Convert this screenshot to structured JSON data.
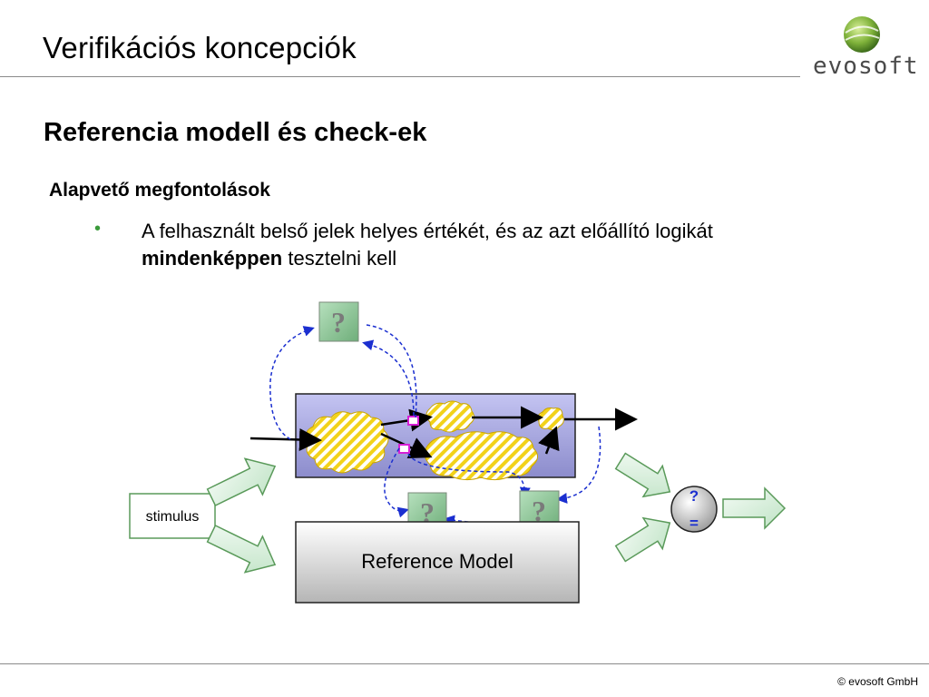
{
  "slide": {
    "title": "Verifikációs koncepciók",
    "logo_text": "evosoft",
    "heading": "Referencia modell és check-ek",
    "subheading": "Alapvető megfontolások",
    "bullet": {
      "text_a": "A felhasznált belső jelek helyes értékét, és az azt előállító logikát ",
      "text_bold": "mindenképpen",
      "text_b": " tesztelni kell"
    },
    "footer": "© evosoft GmbH"
  },
  "diagram": {
    "stimulus_label": "stimulus",
    "reference_model_label": "Reference Model",
    "comparator_top": "?",
    "comparator_bottom": "=",
    "check_glyph": "?",
    "colors": {
      "dut_fill": "#a8a8e8",
      "cloud_stripe": "#f2d21a",
      "check_box": "#8fc79a",
      "arrow_fill": "#d8f0dc",
      "arrow_stroke": "#5a9a5a",
      "dashed_blue": "#1b2fd0",
      "probe_magenta": "#d61fd6"
    }
  }
}
